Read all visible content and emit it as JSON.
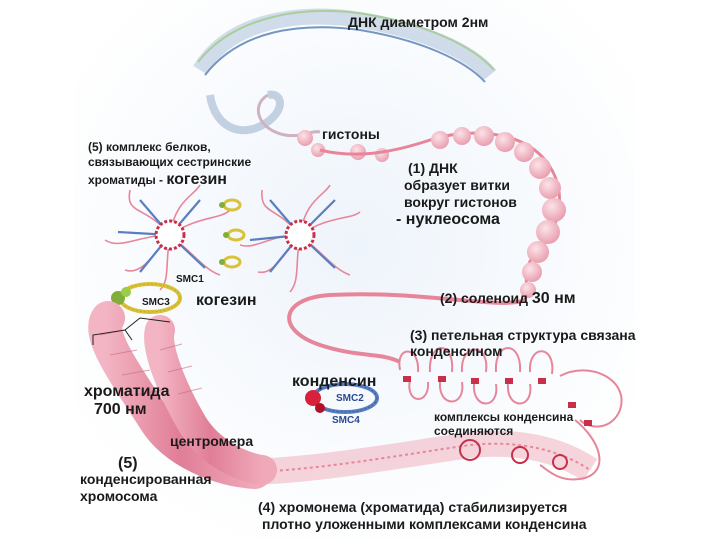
{
  "labels": {
    "dna_diameter": "ДНК  диаметром 2нм",
    "histones": "гистоны",
    "cohesin_complex_1": "(5) комплекс белков,",
    "cohesin_complex_2": "связывающих сестринские",
    "cohesin_complex_3a": "хроматиды - ",
    "cohesin_complex_3b": "когезин",
    "nucleosome_1": "(1) ДНК",
    "nucleosome_2": "образует витки",
    "nucleosome_3": "вокруг гистонов",
    "nucleosome_4": "- нуклеосома",
    "smc1": "SMC1",
    "smc3": "SMC3",
    "cohesin": "когезин",
    "solenoid_a": "(2) соленоид ",
    "solenoid_b": "30 нм",
    "loop_1": "(3) петельная структура связана",
    "loop_2": "конденсином",
    "condensin": "конденсин",
    "smc2": "SMC2",
    "smc4": "SMC4",
    "condensin_join_1": "комплексы конденсина",
    "condensin_join_2": "соединяются",
    "chromatid_1": "хроматида",
    "chromatid_2": "700 нм",
    "centromere": "центромера",
    "condensed_1": "(5)",
    "condensed_2": "конденсированная",
    "condensed_3": "хромосома",
    "chromonema_1": "(4) хромонема (хроматида) стабилизируется",
    "chromonema_2": "плотно уложенными комплексами конденсина"
  },
  "colors": {
    "dna_blue": "#8fa9c8",
    "chromatin_pink": "#e7869a",
    "histone_pink": "#f2bcc6",
    "chromosome_pink": "#e48ea4",
    "cohesin_yellow": "#d9c23a",
    "smc3_green": "#7fae3a",
    "condensin_blue": "#5a7fc0",
    "condensin_red": "#d8213a",
    "hub_red": "#c8304a"
  }
}
